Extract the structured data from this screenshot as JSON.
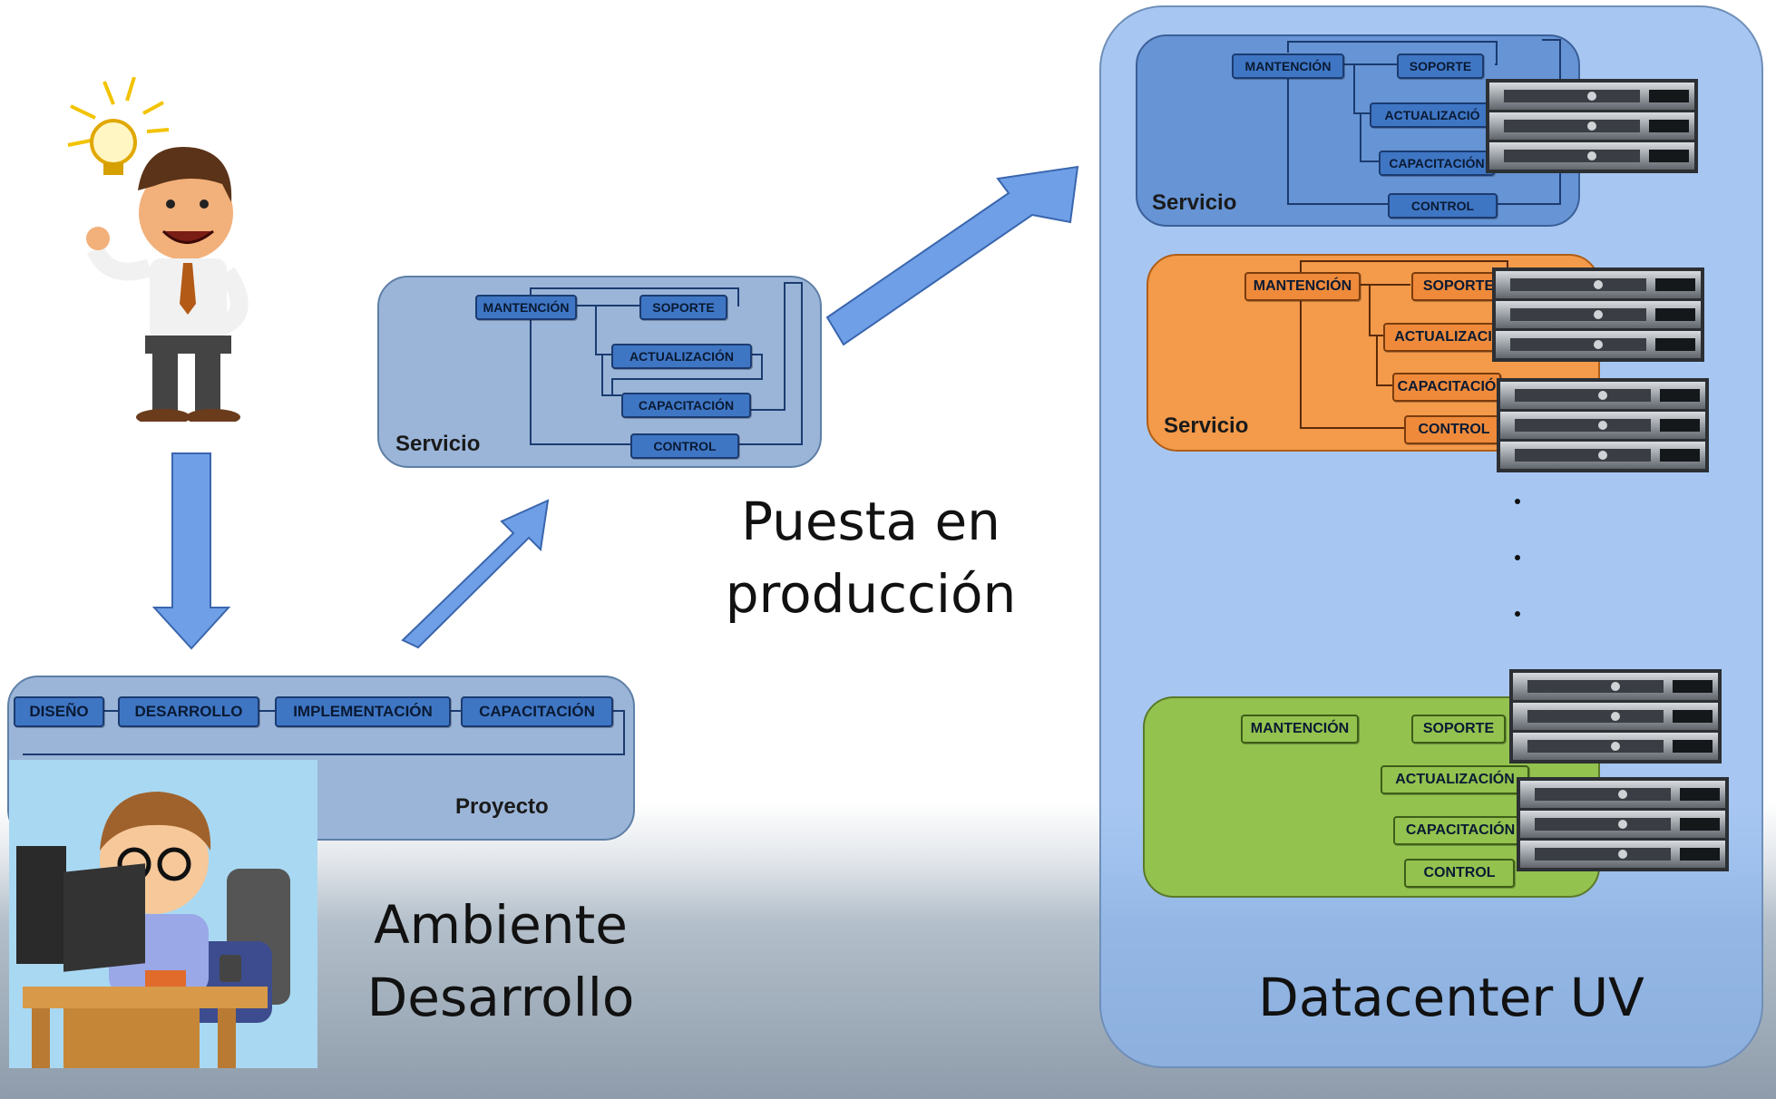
{
  "steps": {
    "mantencion": "MANTENCIÓN",
    "soporte": "SOPORTE",
    "actualizacion": "ACTUALIZACIÓN",
    "capacitacion": "CAPACITACIÓN",
    "control": "CONTROL"
  },
  "project_steps": [
    "DISEÑO",
    "DESARROLLO",
    "IMPLEMENTACIÓN",
    "CAPACITACIÓN"
  ],
  "service_label": "Servicio",
  "project_label": "Proyecto",
  "dev_caption": [
    "Ambiente",
    "Desarrollo"
  ],
  "production_caption": [
    "Puesta en",
    "producción"
  ],
  "datacenter_caption": "Datacenter UV",
  "cut_labels": {
    "actualizacion_a": "ACTUALIZACIÓ",
    "capacitacion_a": "CAPACITACIÓN",
    "soporte_b": "SOPORTE",
    "actualizacion_b": "ACTUALIZACI",
    "capacitacion_b": "CAPACITACIÓ"
  },
  "ellipsis": [
    "·",
    "·",
    "·"
  ],
  "colors": {
    "blue_panel": "#9bb5d8",
    "orange_panel": "#f39a4b",
    "green_panel": "#93c24f",
    "datacenter_bg": "#a8c6f0",
    "arrow": "#6f9fe6"
  },
  "icons": [
    "lightbulb-icon",
    "businessman-icon",
    "developer-at-computer-icon",
    "rack-server-icon",
    "arrow-icon"
  ]
}
